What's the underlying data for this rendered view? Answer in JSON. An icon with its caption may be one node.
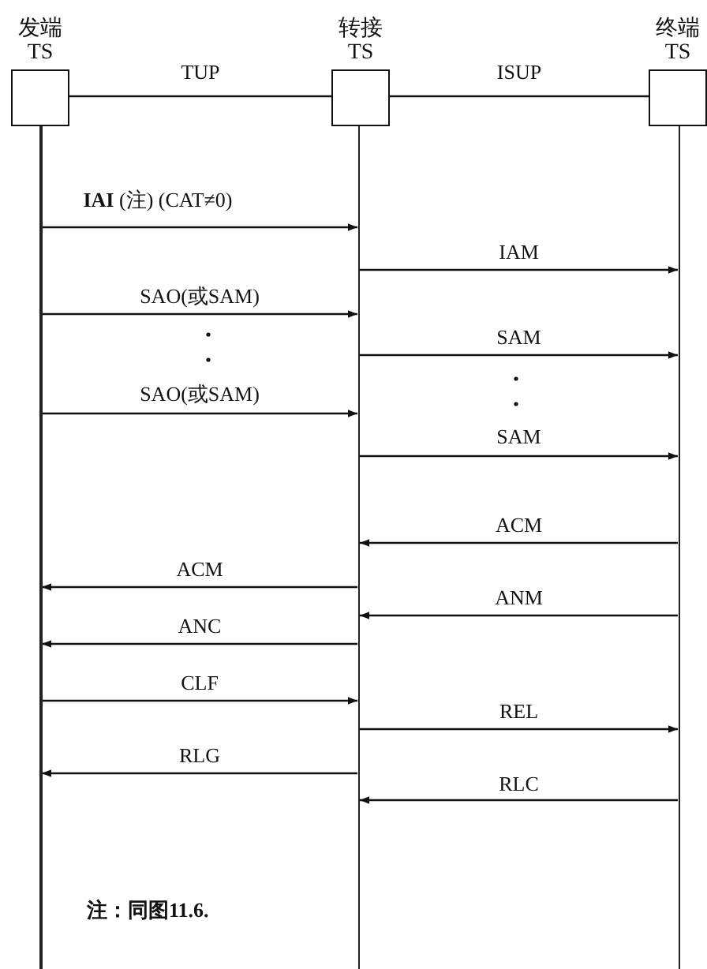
{
  "diagram": {
    "nodes": [
      {
        "text": [
          "发端",
          "TS"
        ]
      },
      {
        "text": [
          "转接",
          "TS"
        ]
      },
      {
        "text": [
          "终端",
          "TS"
        ]
      },
      {
        "text": [],
        "shape": "bar"
      },
      {
        "text": [],
        "shape": "bar"
      },
      {
        "text": [],
        "shape": "bar"
      }
    ],
    "edges": [
      {
        "from": 0,
        "to": 1,
        "arrow": "none",
        "label": "TUP"
      },
      {
        "from": 1,
        "to": 2,
        "arrow": "none",
        "label": "ISUP"
      },
      {
        "from": 3,
        "to": 4,
        "arrow": "to",
        "label": "**IAI** (注) (CAT≠0)"
      },
      {
        "from": 4,
        "to": 5,
        "arrow": "to",
        "label": "IAM"
      },
      {
        "from": 3,
        "to": 4,
        "arrow": "to",
        "label": "SAO(或SAM)"
      },
      {
        "from": 4,
        "to": 5,
        "arrow": "to",
        "label": "SAM"
      },
      {
        "from": 3,
        "to": 4,
        "arrow": "to",
        "label": "SAO(或SAM)"
      },
      {
        "from": 4,
        "to": 5,
        "arrow": "to",
        "label": "SAM"
      },
      {
        "from": 5,
        "to": 4,
        "arrow": "to",
        "label": "ACM"
      },
      {
        "from": 4,
        "to": 3,
        "arrow": "to",
        "label": "ACM"
      },
      {
        "from": 5,
        "to": 4,
        "arrow": "to",
        "label": "ANM"
      },
      {
        "from": 4,
        "to": 3,
        "arrow": "to",
        "label": "ANC"
      },
      {
        "from": 3,
        "to": 4,
        "arrow": "to",
        "label": "CLF"
      },
      {
        "from": 4,
        "to": 5,
        "arrow": "to",
        "label": "REL"
      },
      {
        "from": 4,
        "to": 3,
        "arrow": "to",
        "label": "RLG"
      },
      {
        "from": 5,
        "to": 4,
        "arrow": "to",
        "label": "RLC"
      }
    ],
    "labels": [
      "注：同图11.6."
    ]
  }
}
